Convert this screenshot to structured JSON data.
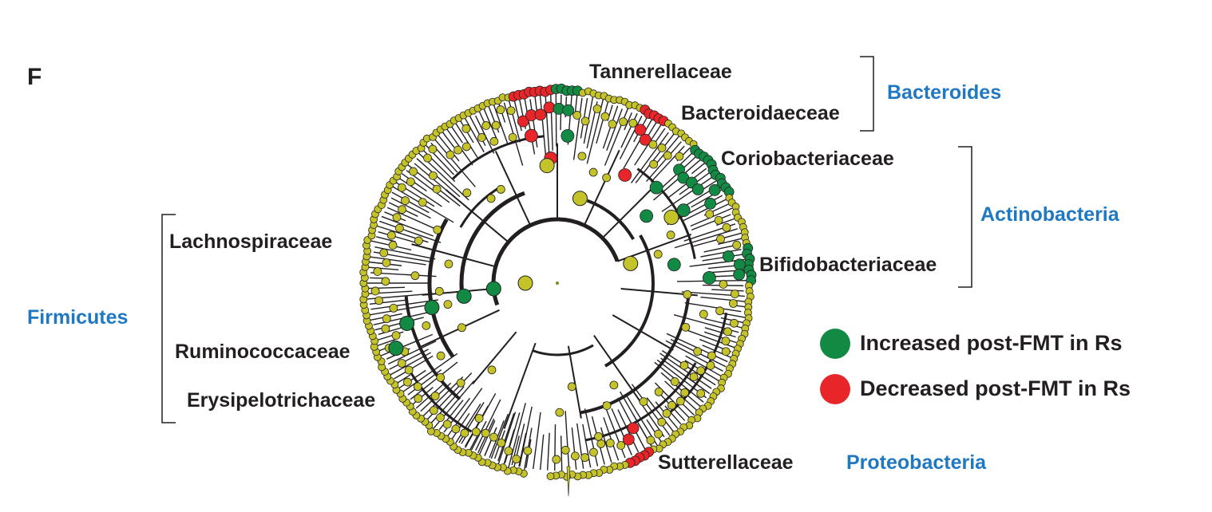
{
  "panel_label": "F",
  "families": {
    "tannerellaceae": "Tannerellaceae",
    "bacteroidaeceae": "Bacteroidaeceae",
    "coriobacteriaceae": "Coriobacteriaceae",
    "bifidobacteriaceae": "Bifidobacteriaceae",
    "lachnospiraceae": "Lachnospiraceae",
    "ruminococcaceae": "Ruminococcaceae",
    "erysipelotrichaceae": "Erysipelotrichaceae",
    "sutterellaceae": "Sutterellaceae"
  },
  "phyla": {
    "bacteroides": "Bacteroides",
    "actinobacteria": "Actinobacteria",
    "firmicutes": "Firmicutes",
    "proteobacteria": "Proteobacteria"
  },
  "legend": {
    "increased": "Increased post-FMT in Rs",
    "decreased": "Decreased post-FMT in Rs"
  },
  "colors": {
    "increased": "#128a44",
    "decreased": "#e8262a",
    "neutral": "#c4c42a",
    "branch": "#231f20",
    "phylum_text": "#1f78c1"
  }
}
